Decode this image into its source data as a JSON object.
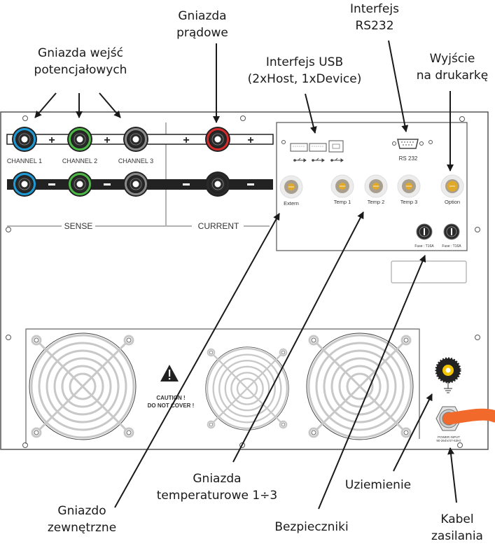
{
  "callouts": {
    "potential_inputs": [
      "Gniazda wejść",
      "potencjałowych"
    ],
    "current_sockets": [
      "Gniazda",
      "prądowe"
    ],
    "usb": [
      "Interfejs USB",
      "(2xHost, 1xDevice)"
    ],
    "rs232": [
      "Interfejs",
      "RS232"
    ],
    "printer": [
      "Wyjście",
      "na drukarkę"
    ],
    "external": [
      "Gniazdo",
      "zewnętrzne"
    ],
    "temperature": [
      "Gniazda",
      "temperaturowe 1÷3"
    ],
    "fuses": [
      "Bezpieczniki"
    ],
    "ground": [
      "Uziemienie"
    ],
    "power_cable": [
      "Kabel",
      "zasilania"
    ]
  },
  "panel": {
    "channels": [
      "CHANNEL 1",
      "CHANNEL 2",
      "CHANNEL 3"
    ],
    "plus_sign": "+",
    "minus_sign": "−",
    "sense_label": "SENSE",
    "current_label": "CURRENT",
    "rs232_label": "RS 232",
    "ports": [
      "Extern",
      "Temp 1",
      "Temp 2",
      "Temp 3",
      "Option"
    ],
    "fuses": [
      "Fuse : T16A",
      "Fuse : T16A"
    ],
    "caution": [
      "CAUTION  !",
      "DO NOT COVER  !"
    ],
    "power_input": [
      "POWER INPUT",
      "90-264V/47-63Hz"
    ]
  },
  "colors": {
    "channel1": "#1e9bd7",
    "channel2": "#4cb944",
    "channel3": "#8a8a8a",
    "current": "#d62b2b",
    "minus_socket": "#2a2a2a",
    "ground_center": "#f2c500",
    "cable": "#f26a2b",
    "port_gold": "#e0a92a"
  }
}
